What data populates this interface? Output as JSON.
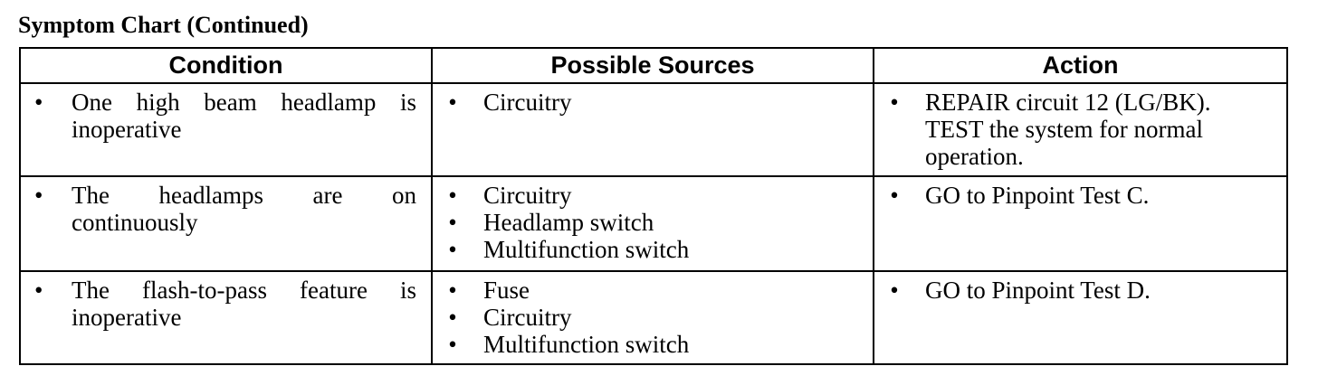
{
  "title": "Symptom Chart (Continued)",
  "table": {
    "headers": [
      "Condition",
      "Possible Sources",
      "Action"
    ],
    "rows": [
      {
        "condition": "One high beam headlamp is inoperative",
        "sources": [
          "Circuitry"
        ],
        "actions": [
          "REPAIR circuit 12 (LG/BK). TEST the system for normal operation."
        ]
      },
      {
        "condition": "The headlamps are on continuously",
        "sources": [
          "Circuitry",
          "Headlamp switch",
          "Multifunction switch"
        ],
        "actions": [
          "GO to Pinpoint Test C."
        ]
      },
      {
        "condition": "The flash-to-pass feature is inoperative",
        "sources": [
          "Fuse",
          "Circuitry",
          "Multifunction switch"
        ],
        "actions": [
          "GO to Pinpoint Test D."
        ]
      }
    ]
  }
}
